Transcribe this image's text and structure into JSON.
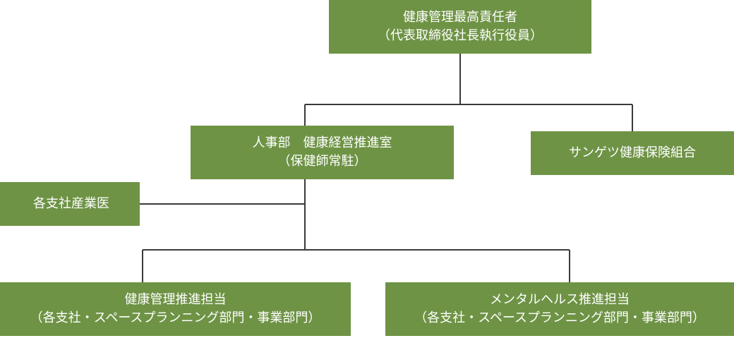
{
  "colors": {
    "node_background": "#6e9345",
    "node_text": "#ffffff",
    "connector": "#3a3a3a"
  },
  "nodes": {
    "ceo": {
      "line1": "健康管理最高責任者",
      "line2": "（代表取締役社長執行役員）"
    },
    "hr": {
      "line1": "人事部　健康経営推進室",
      "line2": "（保健師常駐）"
    },
    "union": {
      "line1": "サンゲツ健康保険組合"
    },
    "doctors": {
      "line1": "各支社産業医"
    },
    "health": {
      "line1": "健康管理推進担当",
      "line2": "（各支社・スペースプランニング部門・事業部門）"
    },
    "mental": {
      "line1": "メンタルヘルス推進担当",
      "line2": "（各支社・スペースプランニング部門・事業部門）"
    }
  }
}
